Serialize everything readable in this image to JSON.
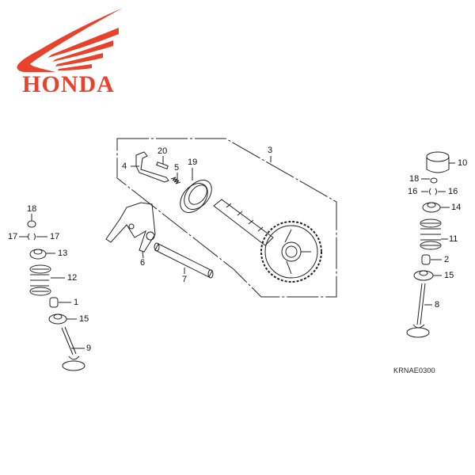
{
  "brand": {
    "name": "HONDA",
    "logo_icon": "honda-wing-icon",
    "color": "#e8412c"
  },
  "diagram": {
    "title": "Camshaft / Valve assembly parts diagram",
    "code": "KRNAE0300",
    "callouts": [
      {
        "id": "c1",
        "label": "1"
      },
      {
        "id": "c2",
        "label": "2"
      },
      {
        "id": "c3",
        "label": "3"
      },
      {
        "id": "c4",
        "label": "4"
      },
      {
        "id": "c5",
        "label": "5"
      },
      {
        "id": "c6",
        "label": "6"
      },
      {
        "id": "c7",
        "label": "7"
      },
      {
        "id": "c8",
        "label": "8"
      },
      {
        "id": "c9",
        "label": "9"
      },
      {
        "id": "c10",
        "label": "10"
      },
      {
        "id": "c11",
        "label": "11"
      },
      {
        "id": "c12",
        "label": "12"
      },
      {
        "id": "c13",
        "label": "13"
      },
      {
        "id": "c14",
        "label": "14"
      },
      {
        "id": "c15a",
        "label": "15"
      },
      {
        "id": "c15b",
        "label": "15"
      },
      {
        "id": "c16a",
        "label": "16"
      },
      {
        "id": "c16b",
        "label": "16"
      },
      {
        "id": "c17a",
        "label": "17"
      },
      {
        "id": "c17b",
        "label": "17"
      },
      {
        "id": "c18a",
        "label": "18"
      },
      {
        "id": "c18b",
        "label": "18"
      },
      {
        "id": "c19",
        "label": "19"
      },
      {
        "id": "c20",
        "label": "20"
      }
    ]
  }
}
